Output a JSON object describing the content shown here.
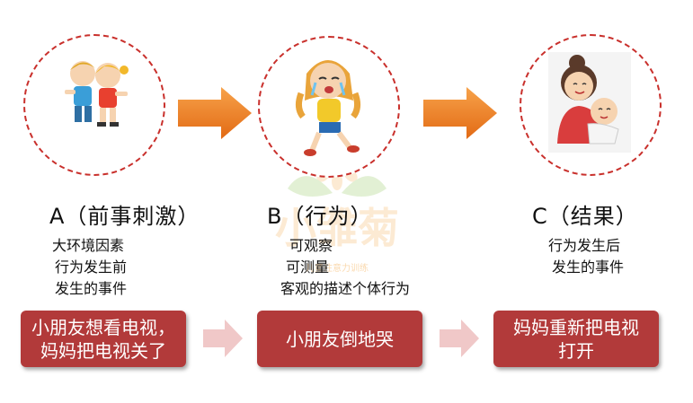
{
  "watermark": {
    "brand": "小雏菊",
    "tagline": "儿童注意力训练"
  },
  "stages": [
    {
      "key": "A",
      "illustration": "two-children-playing",
      "title": "A（前事刺激）",
      "desc_lines": [
        "大环境因素",
        "行为发生前",
        "发生的事件"
      ],
      "box_lines": [
        "小朋友想看电视，",
        "妈妈把电视关了"
      ]
    },
    {
      "key": "B",
      "illustration": "crying-girl",
      "title": "B（行为）",
      "desc_lines": [
        "可观察",
        "可测量",
        "客观的描述个体行为"
      ],
      "box_lines": [
        "小朋友倒地哭"
      ]
    },
    {
      "key": "C",
      "illustration": "mother-holding-baby",
      "title": "C（结果）",
      "desc_lines": [
        "行为发生后",
        "发生的事件"
      ],
      "box_lines": [
        "妈妈重新把电视",
        "打开"
      ]
    }
  ],
  "colors": {
    "circle_border": "#c9302c",
    "big_arrow": "#f07f1f",
    "box_fill": "#b23a3a",
    "small_arrow": "#f0c8c8"
  }
}
